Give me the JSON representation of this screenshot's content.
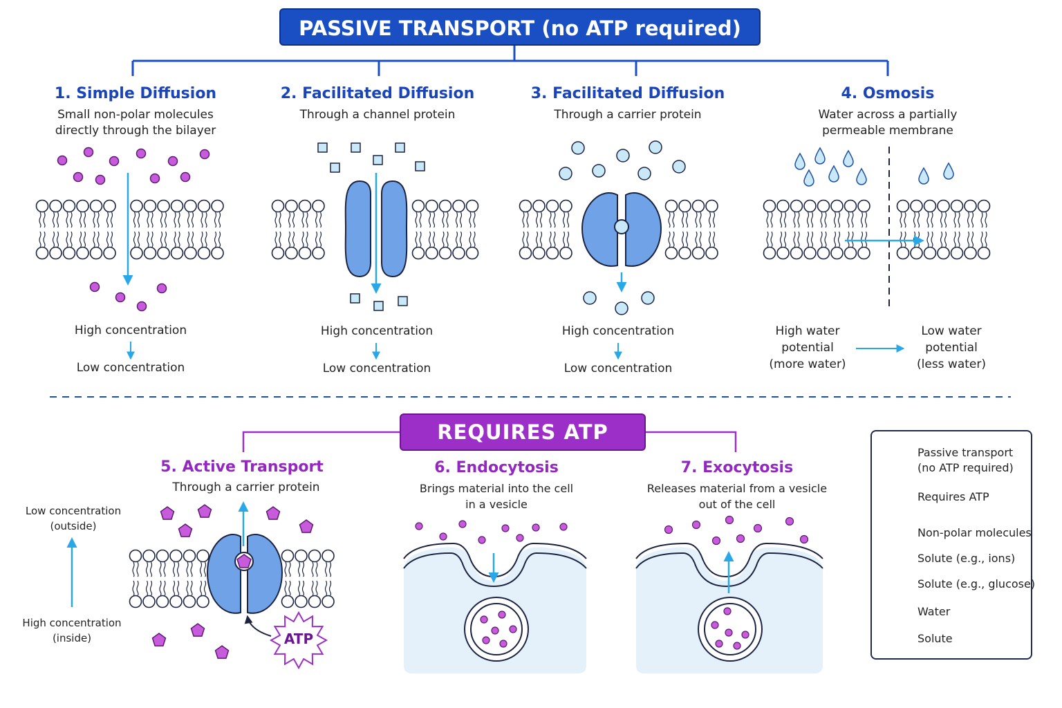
{
  "header_passive": "PASSIVE TRANSPORT (no ATP required)",
  "header_atp": "REQUIRES ATP",
  "sections": {
    "simple": {
      "title": "1. Simple Diffusion",
      "subtitle_line1": "Small non-polar molecules",
      "subtitle_line2": "directly through the bilayer",
      "high": "High concentration",
      "low": "Low concentration"
    },
    "channel": {
      "title": "2. Facilitated Diffusion",
      "subtitle_line1": "Through a channel protein",
      "high": "High concentration",
      "low": "Low concentration"
    },
    "carrier": {
      "title": "3. Facilitated Diffusion",
      "subtitle_line1": "Through a carrier protein",
      "high": "High concentration",
      "low": "Low concentration"
    },
    "osmosis": {
      "title": "4. Osmosis",
      "subtitle_line1": "Water across a partially",
      "subtitle_line2": "permeable membrane",
      "left_l1": "High water",
      "left_l2": "potential",
      "left_l3": "(more water)",
      "right_l1": "Low water",
      "right_l2": "potential",
      "right_l3": "(less water)"
    },
    "active": {
      "title": "5. Active Transport",
      "subtitle_line1": "Through a carrier protein",
      "low_l1": "Low concentration",
      "low_l2": "(outside)",
      "high_l1": "High concentration",
      "high_l2": "(inside)",
      "atp": "ATP"
    },
    "endo": {
      "title": "6. Endocytosis",
      "subtitle_line1": "Brings material into the cell",
      "subtitle_line2": "in a vesicle"
    },
    "exo": {
      "title": "7. Exocytosis",
      "subtitle_line1": "Releases material from a vesicle",
      "subtitle_line2": "out of the cell"
    }
  },
  "legend": {
    "passive_l1": "Passive transport",
    "passive_l2": "(no ATP required)",
    "atp": "Requires ATP",
    "nonpolar": "Non-polar molecules",
    "ion": "Solute (e.g., ions)",
    "glucose": "Solute (e.g., glucose)",
    "water": "Water",
    "solute": "Solute"
  },
  "colors": {
    "passive": "#1a4fc4",
    "atp": "#9b2fc7",
    "protein": "#6fa2e6",
    "arrow": "#29a8e8",
    "particle_purple": "#c75bdb",
    "particle_blue": "#c9e8f8",
    "cytoplasm": "#e4f1fb"
  }
}
